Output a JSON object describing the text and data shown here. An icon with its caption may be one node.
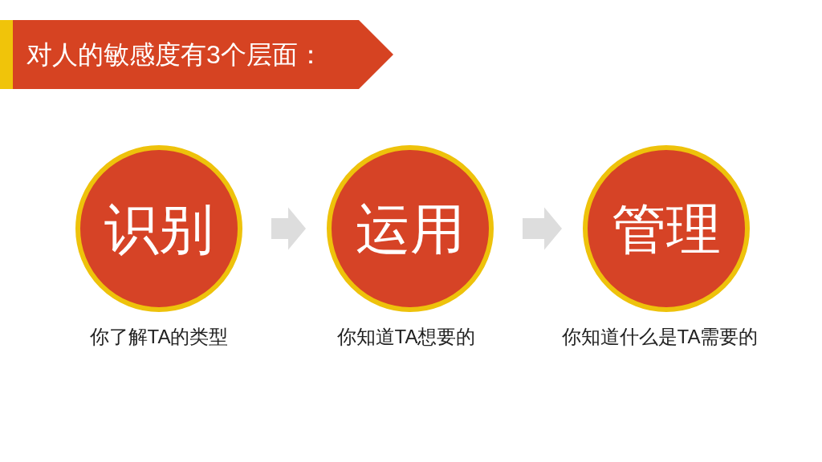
{
  "diagram": {
    "title": "对人的敏感度有3个层面：",
    "nodes": [
      {
        "text": [
          "识别"
        ],
        "beside": [
          "你了解TA的类型"
        ]
      },
      {
        "text": [
          "运用"
        ],
        "beside": [
          "你知道TA想要的"
        ]
      },
      {
        "text": [
          "管理"
        ],
        "beside": [
          "你知道什么是TA需要的"
        ]
      }
    ],
    "edges": [
      {
        "from": 0,
        "to": 1,
        "arrow": "to"
      },
      {
        "from": 1,
        "to": 2,
        "arrow": "to"
      }
    ]
  }
}
